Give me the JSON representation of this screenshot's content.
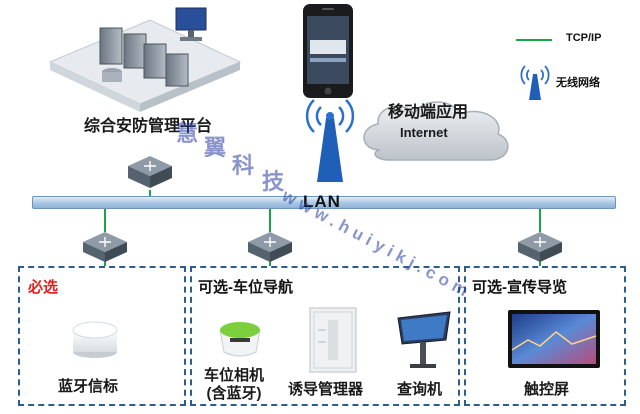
{
  "legend": {
    "tcpip_label": "TCP/IP",
    "wifi_label": "无线网络",
    "tcpip_color": "#1aa548",
    "wifi_icon": "antenna-icon"
  },
  "top": {
    "platform_label": "综合安防管理平台",
    "mobile_label": "移动端应用",
    "internet_label": "Internet",
    "lan_label": "LAN"
  },
  "sections": {
    "required": {
      "title": "必选",
      "items": [
        {
          "label": "蓝牙信标",
          "icon": "bluetooth-beacon-icon"
        }
      ]
    },
    "parking": {
      "title": "可选-车位导航",
      "items": [
        {
          "label_line1": "车位相机",
          "label_line2": "(含蓝牙)",
          "icon": "parking-camera-icon"
        },
        {
          "label": "诱导管理器",
          "icon": "guidance-cabinet-icon"
        },
        {
          "label": "查询机",
          "icon": "kiosk-icon"
        }
      ]
    },
    "promo": {
      "title": "可选-宣传导览",
      "items": [
        {
          "label": "触控屏",
          "icon": "touch-screen-icon"
        }
      ]
    }
  },
  "watermark": {
    "chars": [
      "慧",
      "翼",
      "科",
      "技"
    ],
    "url": "www.huiyikj.com",
    "color": "#3a4fa8"
  },
  "colors": {
    "section_border": "#2d5d8c",
    "required_title": "#e02020",
    "switch_fill": "#4a5a66"
  }
}
